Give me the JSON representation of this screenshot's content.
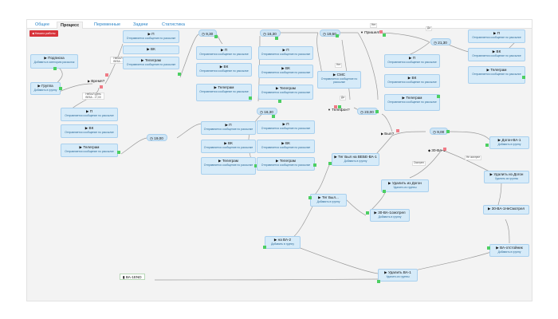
{
  "tabs": [
    "Общее",
    "Процесс",
    "Переменные",
    "Задачи",
    "Статистика"
  ],
  "active_tab": "Процесс",
  "stop_button": "Начало работы",
  "send_title": "▶ Телеграм",
  "send_sub": "Отправляется сообщение по рассылке",
  "nodes": {
    "subscribe": {
      "title": "▶ Подписка",
      "sub": "Добавить в категорию рассылок"
    },
    "group_add": {
      "title": "▶ Группа",
      "sub": "Добавить в группу"
    },
    "p1": {
      "title": "▶ П",
      "sub": "Отправляется сообщение по рассылке"
    },
    "vk1": {
      "title": "▶ ВК",
      "sub": ""
    },
    "tg1": {
      "title": "▶ Телеграм",
      "sub": "Отправляется сообщение по рассылке"
    },
    "p2": {
      "title": "▶ П",
      "sub": "Отправляется сообщение по рассылке"
    },
    "vk2": {
      "title": "▶ ВК",
      "sub": "Отправляется сообщение по рассылке"
    },
    "tg2": {
      "title": "▶ Телеграм",
      "sub": "Отправляется сообщение по рассылке"
    },
    "p3": {
      "title": "▶ П",
      "sub": "Отправляется сообщение по рассылке"
    },
    "vk3": {
      "title": "▶ ВК",
      "sub": "Отправляется сообщение по рассылке"
    },
    "tg3": {
      "title": "▶ Телеграм",
      "sub": "Отправляется сообщение по рассылке"
    },
    "p4": {
      "title": "▶ П",
      "sub": "Отправляется сообщение по рассылке"
    },
    "vk4": {
      "title": "▶ ВК",
      "sub": "Отправляется сообщение по рассылке"
    },
    "tg4": {
      "title": "▶ Телеграм",
      "sub": "Отправляется сообщение по рассылке"
    },
    "p5": {
      "title": "▶ П",
      "sub": "Отправляется сообщение по рассылке"
    },
    "vk5": {
      "title": "▶ ВК",
      "sub": "Отправляется сообщение по рассылке"
    },
    "tg5": {
      "title": "▶ Телеграм",
      "sub": "Отправляется сообщение по рассылке"
    },
    "sms": {
      "title": "▶ СМС",
      "sub": "Отправляется сообщение по рассылке"
    },
    "p6": {
      "title": "▶ П",
      "sub": "Отправляется сообщение по рассылке"
    },
    "vk6": {
      "title": "▶ ВК",
      "sub": "Отправляется сообщение по рассылке"
    },
    "tg6": {
      "title": "▶ Телеграм",
      "sub": "Отправляется сообщение по рассылке"
    },
    "p7": {
      "title": "▶ П",
      "sub": "Отправляется сообщение по рассылке"
    },
    "vk7": {
      "title": "▶ ВК",
      "sub": "Отправляется сообщение по рассылке"
    },
    "tg7": {
      "title": "▶ Телеграм",
      "sub": "Отправляется сообщение по рассылке"
    },
    "tag_webinar": {
      "title": "▶ Тег Был на ВЕБЕ-ВА-1",
      "sub": "Добавить в группу"
    },
    "remove_dogon": {
      "title": "▶ Удалить из Догон",
      "sub": "Удалить из группы"
    },
    "tag_byl": {
      "title": "▶ Тег Был...",
      "sub": "Добавить в группу"
    },
    "va_watched": {
      "title": "▶ 30-ВА-1смотрел",
      "sub": "Добавить в группу"
    },
    "na_va2": {
      "title": "▶ на ВА-2",
      "sub": "Добавить в группу"
    },
    "dogon": {
      "title": "▶ Догон-ВА-1",
      "sub": "Добавить в группу"
    },
    "remove_dogon2": {
      "title": "▶ Удалить из Догон",
      "sub": "Удалить из группы"
    },
    "va_not_watched": {
      "title": "▶ 30-ВА-1НеСмотрел",
      "sub": ""
    },
    "va_otstoy": {
      "title": "▶ ВА-отстойник",
      "sub": "Добавить в группу"
    },
    "remove_va1": {
      "title": "▶ Удалить ВА-1",
      "sub": "Удалить из группы"
    }
  },
  "timers": {
    "t930": "9,30",
    "t1630a": "16,30",
    "t1950": "19,50",
    "t2130": "21,30",
    "t1900": "19,00",
    "t1630b": "16,30",
    "t2300": "23,00",
    "t900": "9,00"
  },
  "conditions": {
    "time": "Время?",
    "came": "Пришел?",
    "telephone": "Телефон?",
    "was": "Был?",
    "va1": "30-ВА-1"
  },
  "end_label": "ВА-1END",
  "edge_labels": {
    "day_before": "НеБЫЛ День\nВЕБА - 22,00",
    "during_day": "НеБЫЛ День\nВЕБА - 17,00",
    "yes": "Да",
    "no": "Нет",
    "watched": "Смотрел",
    "not_watched": "Не смотрел",
    "yes2": "Да",
    "no2": "Нет"
  }
}
